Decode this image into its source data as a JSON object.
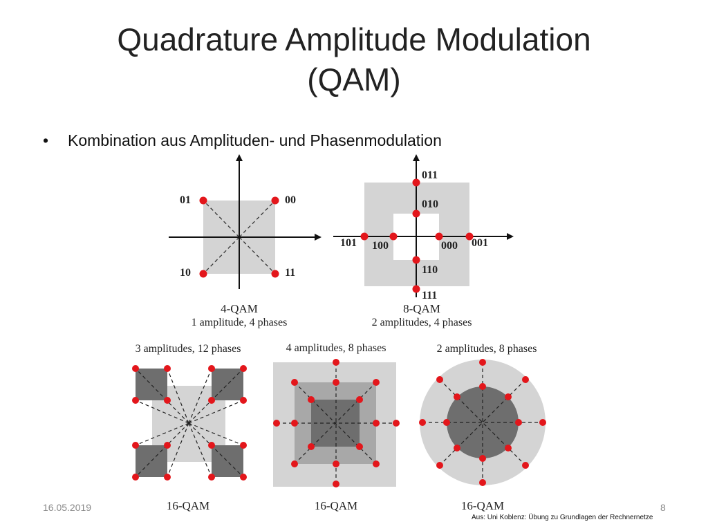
{
  "slide": {
    "title_line1": "Quadrature Amplitude Modulation",
    "title_line2": "(QAM)",
    "bullet": "Kombination aus Amplituden- und Phasenmodulation"
  },
  "diagrams": {
    "qam4": {
      "caption1": "4-QAM",
      "caption2": "1 amplitude, 4 phases",
      "labels": [
        "01",
        "00",
        "10",
        "11"
      ]
    },
    "qam8": {
      "caption1": "8-QAM",
      "caption2": "2 amplitudes, 4 phases",
      "labels": [
        "011",
        "010",
        "101",
        "100",
        "000",
        "001",
        "110",
        "111"
      ]
    },
    "qam16a": {
      "header": "3 amplitudes, 12 phases",
      "caption": "16-QAM"
    },
    "qam16b": {
      "header": "4 amplitudes, 8 phases",
      "caption": "16-QAM"
    },
    "qam16c": {
      "header": "2 amplitudes, 8 phases",
      "caption": "16-QAM"
    }
  },
  "footer": {
    "date": "16.05.2019",
    "page": "8",
    "source": "Aus: Uni Koblenz: Übung zu Grundlagen der Rechnernetze"
  },
  "colors": {
    "point": "#e3161b",
    "light_gray": "#d4d4d4",
    "mid_gray": "#a8a8a8",
    "dark_gray": "#6e6e6e"
  }
}
